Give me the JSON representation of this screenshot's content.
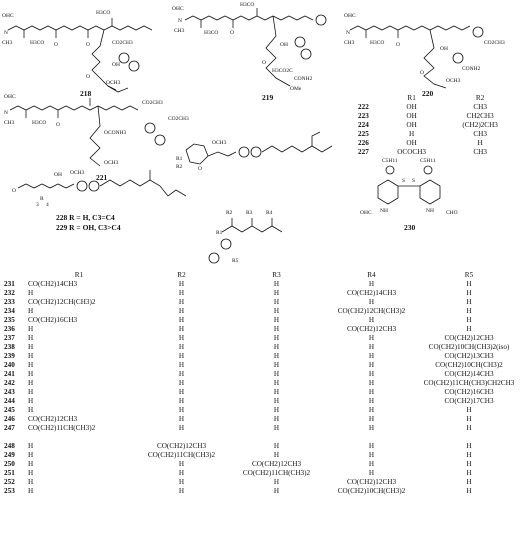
{
  "labels": {
    "c218": "218",
    "c219": "219",
    "c220": "220",
    "c221": "221",
    "c228": "228 R = H, C3=C4",
    "c229": "229 R = OH, C3>C4",
    "c230": "230"
  },
  "atoms": {
    "cho": "OHC",
    "n": "N",
    "ch3": "CH3",
    "h3co": "H3CO",
    "o": "O",
    "oh": "OH",
    "och3": "OCH3",
    "co2ch3": "CO2CH3",
    "h3co2c": "H3CO2C",
    "conh2": "CONH2",
    "ocoh3": "OCONH3",
    "ome": "OMe",
    "ococh3": "OCOCH3",
    "r1": "R1",
    "r2": "R2",
    "r3": "R3",
    "r4": "R4",
    "r5": "R5",
    "r": "R",
    "nh": "NH",
    "s": "S",
    "cho2": "CHO",
    "c5h11": "C5H11",
    "three": "3",
    "four": "4"
  },
  "r_table": {
    "headers": [
      "",
      "R1",
      "R2"
    ],
    "rows": [
      [
        "222",
        "OH",
        "CH3"
      ],
      [
        "223",
        "OH",
        "CH2CH3"
      ],
      [
        "224",
        "OH",
        "(CH2)2CH3"
      ],
      [
        "225",
        "H",
        "CH3"
      ],
      [
        "226",
        "OH",
        "H"
      ],
      [
        "227",
        "OCOCH3",
        "CH3"
      ]
    ]
  },
  "subs_table": {
    "headers": [
      "",
      "R1",
      "R2",
      "R3",
      "R4",
      "R5"
    ],
    "rows": [
      [
        "231",
        "CO(CH2)14CH3",
        "H",
        "H",
        "H",
        "H"
      ],
      [
        "232",
        "H",
        "H",
        "H",
        "CO(CH2)14CH3",
        "H"
      ],
      [
        "233",
        "CO(CH2)12CH(CH3)2",
        "H",
        "H",
        "H",
        "H"
      ],
      [
        "234",
        "H",
        "H",
        "H",
        "CO(CH2)12CH(CH3)2",
        "H"
      ],
      [
        "235",
        "CO(CH2)16CH3",
        "H",
        "H",
        "H",
        "H"
      ],
      [
        "236",
        "H",
        "H",
        "H",
        "CO(CH2)12CH3",
        "H"
      ],
      [
        "237",
        "H",
        "H",
        "H",
        "H",
        "CO(CH2)12CH3"
      ],
      [
        "238",
        "H",
        "H",
        "H",
        "H",
        "CO(CH2)10CH(CH3)2(iso)"
      ],
      [
        "239",
        "H",
        "H",
        "H",
        "H",
        "CO(CH2)13CH3"
      ],
      [
        "240",
        "H",
        "H",
        "H",
        "H",
        "CO(CH2)10CH(CH3)2"
      ],
      [
        "241",
        "H",
        "H",
        "H",
        "H",
        "CO(CH2)14CH3"
      ],
      [
        "242",
        "H",
        "H",
        "H",
        "H",
        "CO(CH2)11CH(CH3)CH2CH3"
      ],
      [
        "243",
        "H",
        "H",
        "H",
        "H",
        "CO(CH2)16CH3"
      ],
      [
        "244",
        "H",
        "H",
        "H",
        "H",
        "CO(CH2)17CH3"
      ],
      [
        "245",
        "H",
        "H",
        "H",
        "H",
        "H"
      ],
      [
        "246",
        "CO(CH2)12CH3",
        "H",
        "H",
        "H",
        "H"
      ],
      [
        "247",
        "CO(CH2)11CH(CH3)2",
        "H",
        "H",
        "H",
        "H"
      ],
      [
        "",
        "",
        "",
        "",
        "",
        ""
      ],
      [
        "248",
        "H",
        "CO(CH2)12CH3",
        "H",
        "H",
        "H"
      ],
      [
        "249",
        "H",
        "CO(CH2)11CH(CH3)2",
        "H",
        "H",
        "H"
      ],
      [
        "250",
        "H",
        "H",
        "CO(CH2)12CH3",
        "H",
        "H"
      ],
      [
        "251",
        "H",
        "H",
        "CO(CH2)11CH(CH3)2",
        "H",
        "H"
      ],
      [
        "252",
        "H",
        "H",
        "H",
        "CO(CH2)12CH3",
        "H"
      ],
      [
        "253",
        "H",
        "H",
        "H",
        "CO(CH2)10CH(CH3)2",
        "H"
      ]
    ]
  }
}
